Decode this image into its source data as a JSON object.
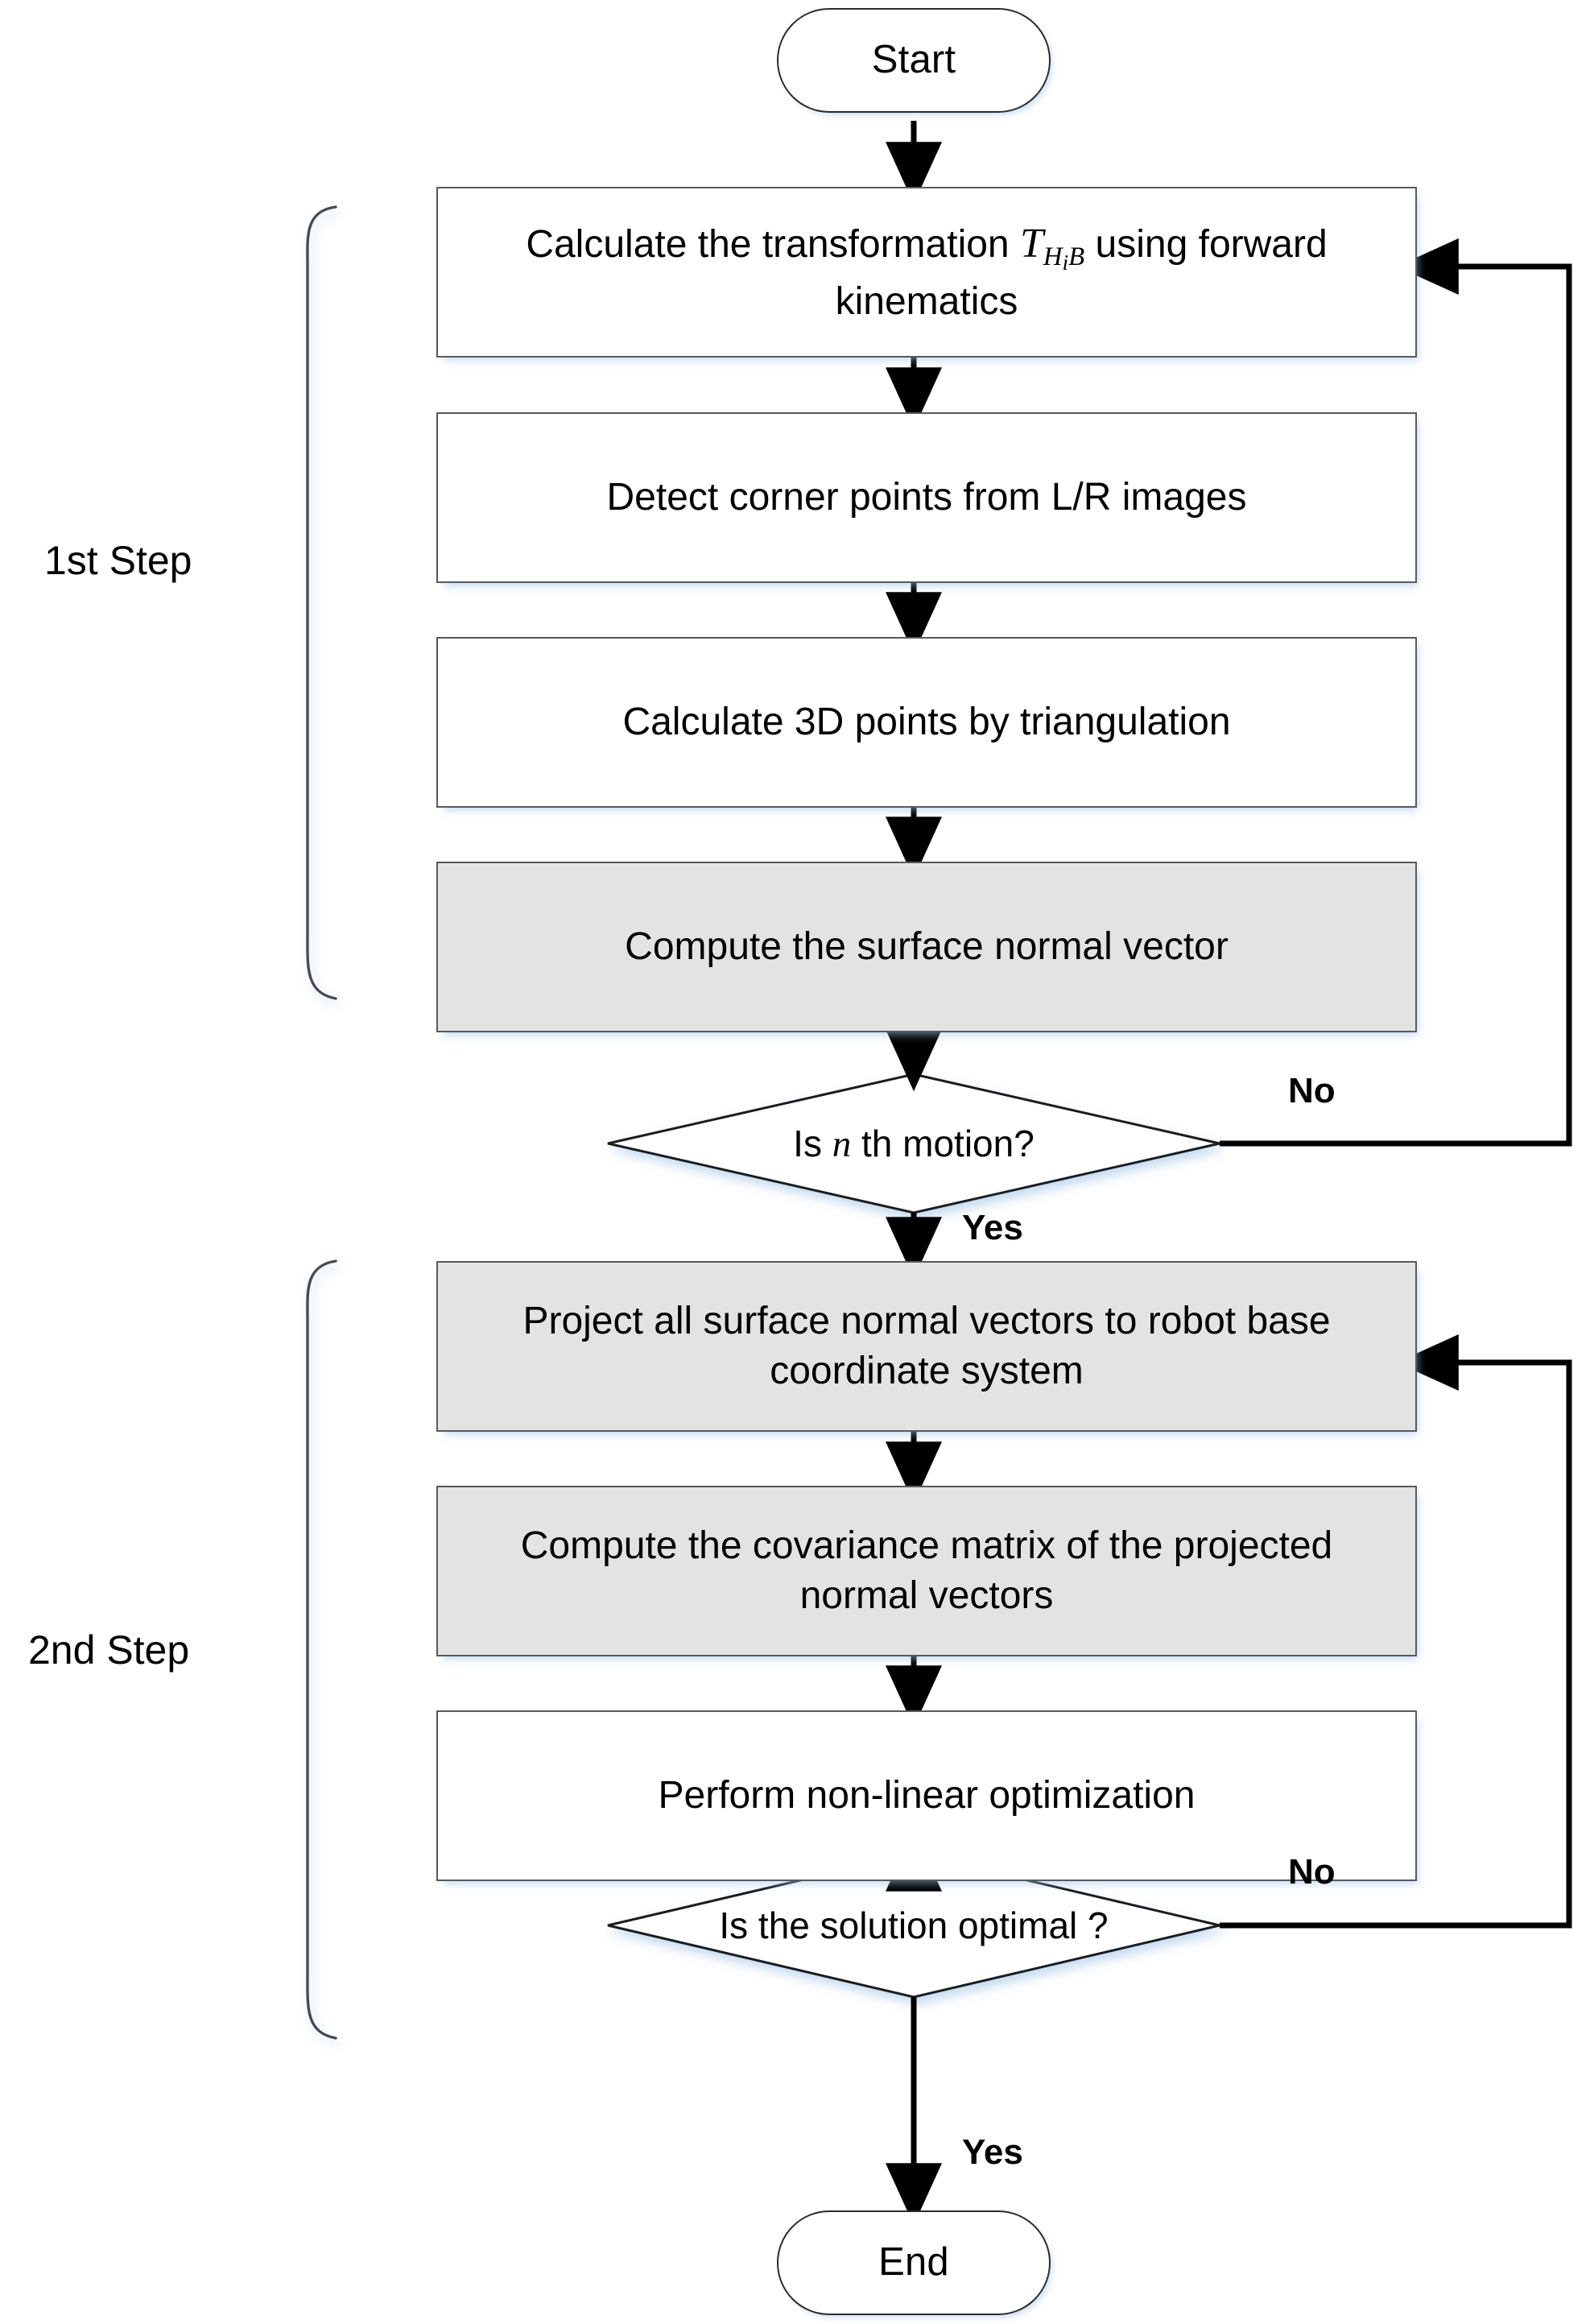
{
  "diagram": {
    "title": "Hand-eye calibration two-step flowchart",
    "colors": {
      "shaded_fill": "#e3e3e3",
      "plain_fill": "#ffffff",
      "border": "#595959",
      "terminator_border": "#2b2b2b",
      "line": "#000000",
      "shadow_glow": "#9cc3e8"
    }
  },
  "terminators": {
    "start": "Start",
    "end": "End"
  },
  "groups": [
    {
      "id": "step1",
      "label": "1st Step"
    },
    {
      "id": "step2",
      "label": "2nd Step"
    }
  ],
  "nodes": [
    {
      "id": "fk",
      "type": "process",
      "shaded": false,
      "text_before": "Calculate the transformation ",
      "math_base": "T",
      "math_sub_1": "H",
      "math_sub_i": "i",
      "math_sub_2": "B",
      "text_after": " using forward kinematics"
    },
    {
      "id": "detect",
      "type": "process",
      "shaded": false,
      "text": "Detect corner points from L/R images"
    },
    {
      "id": "triangulate",
      "type": "process",
      "shaded": false,
      "text": "Calculate 3D points by triangulation"
    },
    {
      "id": "normal",
      "type": "process",
      "shaded": true,
      "text": "Compute the surface normal vector"
    },
    {
      "id": "project",
      "type": "process",
      "shaded": true,
      "text": "Project all surface normal vectors to robot base coordinate system"
    },
    {
      "id": "covariance",
      "type": "process",
      "shaded": true,
      "text": "Compute the covariance matrix of the projected normal vectors"
    },
    {
      "id": "optimize",
      "type": "process",
      "shaded": false,
      "text": "Perform non-linear optimization"
    }
  ],
  "decisions": [
    {
      "id": "nth-motion",
      "text_before": "Is ",
      "text_italic": "n",
      "text_after": " th motion?",
      "yes_label": "Yes",
      "no_label": "No"
    },
    {
      "id": "solution-optimal",
      "text": "Is the solution optimal ?",
      "yes_label": "Yes",
      "no_label": "No"
    }
  ],
  "edge_labels": {
    "no_1": "No",
    "yes_1": "Yes",
    "no_2": "No",
    "yes_2": "Yes"
  }
}
